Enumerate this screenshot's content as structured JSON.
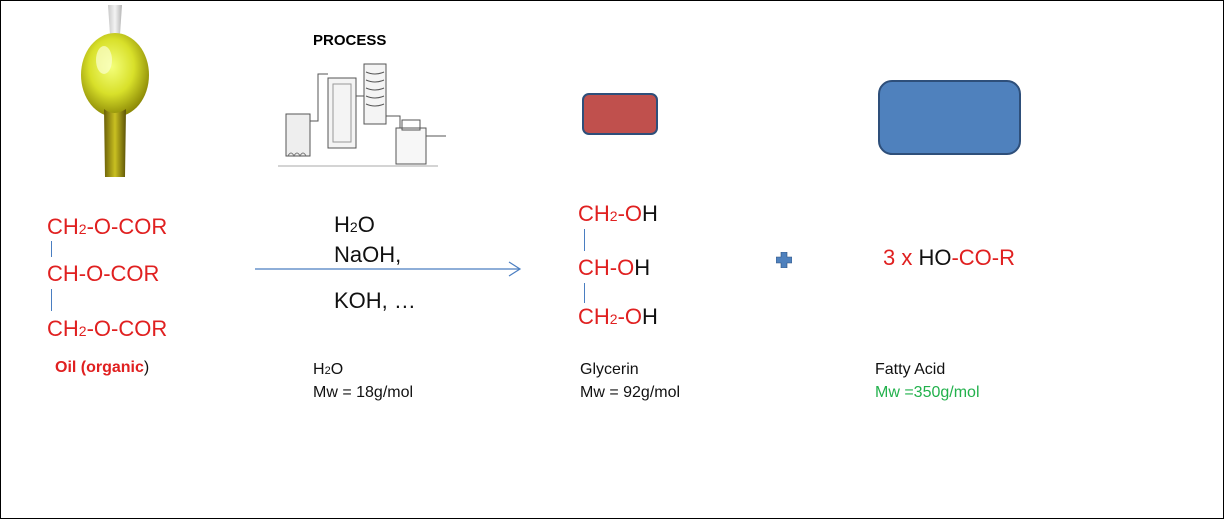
{
  "process_title": "PROCESS",
  "oil": {
    "line1": {
      "a": "CH",
      "sub": "2",
      "b": "-O-COR"
    },
    "line2": "CH-O-COR",
    "line3": {
      "a": "CH",
      "sub": "2",
      "b": "-O-COR"
    },
    "label_bold": "Oil (organic",
    "label_tail": ")"
  },
  "reagents": {
    "line1_a": "H",
    "line1_sub": "2",
    "line1_b": "O",
    "line2": "NaOH,",
    "line3": "KOH, …"
  },
  "water": {
    "label_a": "H",
    "label_sub": "2",
    "label_b": "O",
    "mw": "Mw = 18g/mol"
  },
  "glycerin": {
    "line1": {
      "a": "CH",
      "sub": "2",
      "b": "-O",
      "c": "H"
    },
    "line2": {
      "a": "CH-O",
      "c": "H"
    },
    "line3": {
      "a": "CH",
      "sub": "2",
      "b": "-O",
      "c": "H"
    },
    "label": "Glycerin",
    "mw": "Mw = 92g/mol"
  },
  "fatty_acid": {
    "formula_a": "3 x ",
    "formula_b": "HO",
    "formula_c": "-CO-R",
    "label": "Fatty Acid",
    "mw": "Mw =350g/mol"
  },
  "colors": {
    "red": "#e02020",
    "blue_box": "#4f81bd",
    "red_box": "#c0504d",
    "box_border": "#2e4f7a",
    "arrow": "#4a7ec1",
    "green": "#22b14c"
  },
  "icons": [
    "oil-pour-icon",
    "process-apparatus-icon",
    "plus-icon"
  ]
}
